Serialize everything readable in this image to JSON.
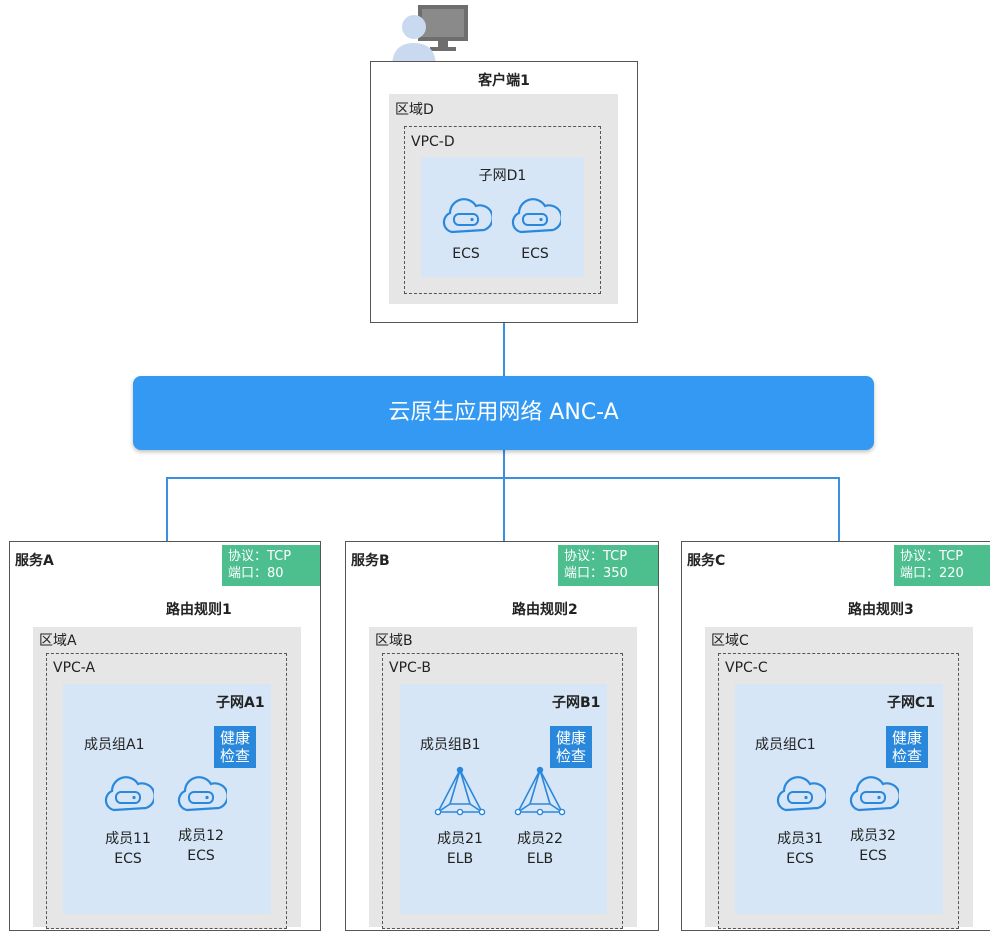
{
  "client": {
    "title": "客户端1",
    "region": "区域D",
    "vpc": "VPC-D",
    "subnet": "子网D1",
    "ecs1": "ECS",
    "ecs2": "ECS"
  },
  "anc": {
    "label": "云原生应用网络 ANC-A"
  },
  "services": [
    {
      "title": "服务A",
      "protocol": "协议：TCP",
      "port": "端口：80",
      "rule": "路由规则1",
      "region": "区域A",
      "vpc": "VPC-A",
      "subnet": "子网A1",
      "group": "成员组A1",
      "health": "健康检查",
      "health1": "健康",
      "health2": "检查",
      "member1_name": "成员11",
      "member1_type": "ECS",
      "member2_name": "成员12",
      "member2_type": "ECS",
      "member_icon": "cloud-server-icon"
    },
    {
      "title": "服务B",
      "protocol": "协议：TCP",
      "port": "端口：350",
      "rule": "路由规则2",
      "region": "区域B",
      "vpc": "VPC-B",
      "subnet": "子网B1",
      "group": "成员组B1",
      "health": "健康检查",
      "health1": "健康",
      "health2": "检查",
      "member1_name": "成员21",
      "member1_type": "ELB",
      "member2_name": "成员22",
      "member2_type": "ELB",
      "member_icon": "load-balancer-icon"
    },
    {
      "title": "服务C",
      "protocol": "协议：TCP",
      "port": "端口：220",
      "rule": "路由规则3",
      "region": "区域C",
      "vpc": "VPC-C",
      "subnet": "子网C1",
      "group": "成员组C1",
      "health": "健康检查",
      "health1": "健康",
      "health2": "检查",
      "member1_name": "成员31",
      "member1_type": "ECS",
      "member2_name": "成员32",
      "member2_type": "ECS",
      "member_icon": "cloud-server-icon"
    }
  ],
  "colors": {
    "anc": "#3399f2",
    "tag": "#4dbf8f",
    "health": "#2a88dc",
    "line": "#3a8fe0",
    "subnet": "#d6e6f6",
    "region": "#e6e6e6"
  }
}
